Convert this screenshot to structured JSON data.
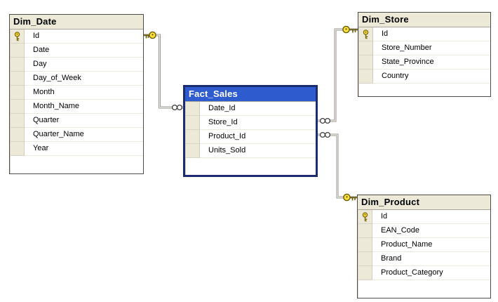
{
  "diagram": {
    "app_context": "database-diagram",
    "colors": {
      "canvas_bg": "#ffffff",
      "table_header_bg": "#ece9d8",
      "selector_bg": "#ece9d8",
      "selected_header_bg": "#2e5bce",
      "selected_header_text": "#ffffff",
      "selected_border": "#1b2d70",
      "connector_outline": "#908e86",
      "connector_fill": "#f7f6f1",
      "key_fill": "#ffe13b",
      "key_outline": "#7c6a10"
    },
    "tables": [
      {
        "id": "dim_date",
        "title": "Dim_Date",
        "selected": false,
        "columns": [
          {
            "name": "Id",
            "primary_key": true
          },
          {
            "name": "Date",
            "primary_key": false
          },
          {
            "name": "Day",
            "primary_key": false
          },
          {
            "name": "Day_of_Week",
            "primary_key": false
          },
          {
            "name": "Month",
            "primary_key": false
          },
          {
            "name": "Month_Name",
            "primary_key": false
          },
          {
            "name": "Quarter",
            "primary_key": false
          },
          {
            "name": "Quarter_Name",
            "primary_key": false
          },
          {
            "name": "Year",
            "primary_key": false
          }
        ]
      },
      {
        "id": "fact_sales",
        "title": "Fact_Sales",
        "selected": true,
        "columns": [
          {
            "name": "Date_Id",
            "primary_key": false
          },
          {
            "name": "Store_Id",
            "primary_key": false
          },
          {
            "name": "Product_Id",
            "primary_key": false
          },
          {
            "name": "Units_Sold",
            "primary_key": false
          }
        ]
      },
      {
        "id": "dim_store",
        "title": "Dim_Store",
        "selected": false,
        "columns": [
          {
            "name": "Id",
            "primary_key": true
          },
          {
            "name": "Store_Number",
            "primary_key": false
          },
          {
            "name": "State_Province",
            "primary_key": false
          },
          {
            "name": "Country",
            "primary_key": false
          }
        ]
      },
      {
        "id": "dim_product",
        "title": "Dim_Product",
        "selected": false,
        "columns": [
          {
            "name": "Id",
            "primary_key": true
          },
          {
            "name": "EAN_Code",
            "primary_key": false
          },
          {
            "name": "Product_Name",
            "primary_key": false
          },
          {
            "name": "Brand",
            "primary_key": false
          },
          {
            "name": "Product_Category",
            "primary_key": false
          }
        ]
      }
    ],
    "relationships": [
      {
        "from_table": "Dim_Date",
        "from_column": "Id",
        "from_end": "one-key",
        "to_table": "Fact_Sales",
        "to_column": "Date_Id",
        "to_end": "many-infinity"
      },
      {
        "from_table": "Dim_Store",
        "from_column": "Id",
        "from_end": "one-key",
        "to_table": "Fact_Sales",
        "to_column": "Store_Id",
        "to_end": "many-infinity"
      },
      {
        "from_table": "Dim_Product",
        "from_column": "Id",
        "from_end": "one-key",
        "to_table": "Fact_Sales",
        "to_column": "Product_Id",
        "to_end": "many-infinity"
      }
    ]
  }
}
